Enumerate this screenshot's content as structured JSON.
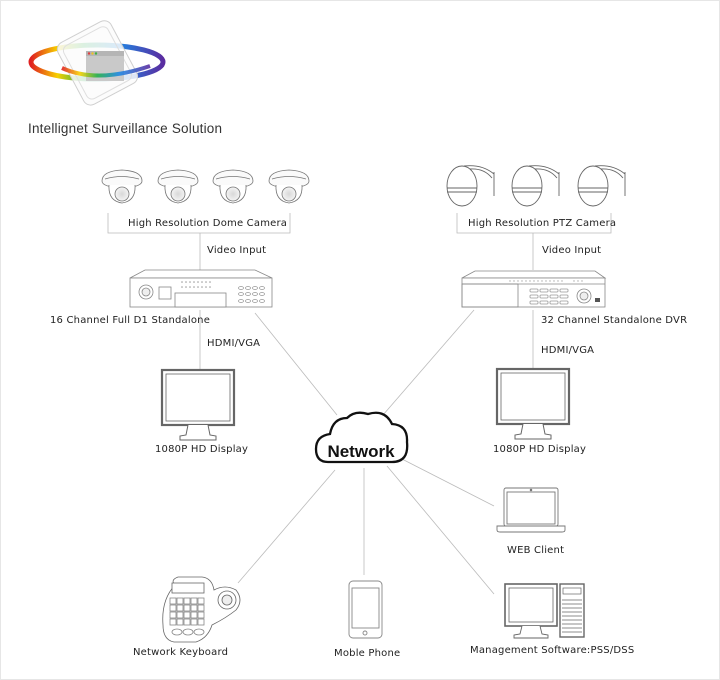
{
  "title": "Intellignet Surveillance Solution",
  "logo": {
    "icon": "app-window-ring-logo",
    "ring_colors": [
      "#e02020",
      "#f7d000",
      "#25b04a",
      "#1e88e5",
      "#5a2ca0"
    ]
  },
  "left_branch": {
    "camera_label": "High Resolution Dome Camera",
    "camera_count": 4,
    "input_label": "Video Input",
    "recorder_label": "16 Channel Full D1 Standalone",
    "output_label": "HDMI/VGA",
    "display_label": "1080P HD Display"
  },
  "right_branch": {
    "camera_label": "High Resolution PTZ Camera",
    "camera_count": 3,
    "input_label": "Video Input",
    "recorder_label": "32 Channel Standalone DVR",
    "output_label": "HDMI/VGA",
    "display_label": "1080P HD Display"
  },
  "network": {
    "label": "Network"
  },
  "clients": {
    "web": "WEB Client",
    "keyboard": "Network Keyboard",
    "phone": "Moble Phone",
    "management": "Management Software:PSS/DSS"
  }
}
